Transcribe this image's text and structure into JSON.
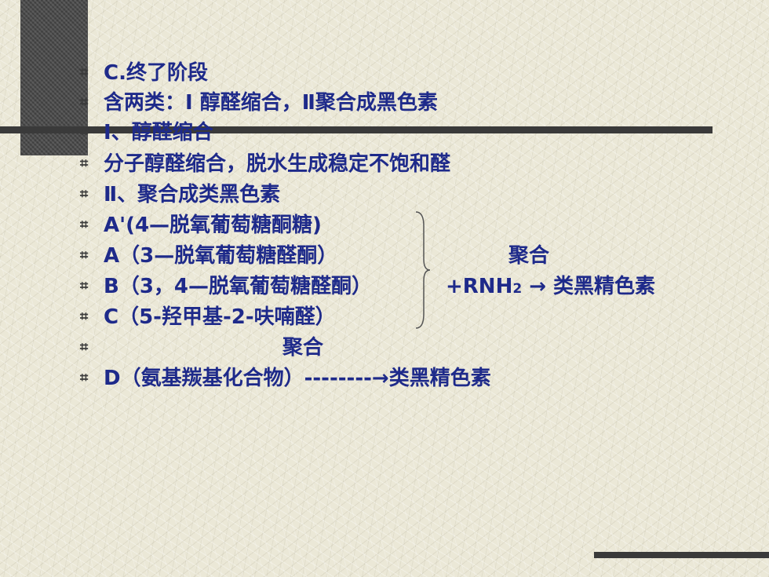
{
  "bullet_glyph": "⌗",
  "lines": [
    "C.终了阶段",
    "含两类：Ⅰ 醇醛缩合，Ⅱ聚合成黑色素",
    "Ⅰ、醇醛缩合",
    "分子醇醛缩合，脱水生成稳定不饱和醛",
    "Ⅱ、聚合成类黑色素",
    "A'(4—脱氧葡萄糖酮糖)",
    "A（3—脱氧葡萄糖醛酮）",
    "B（3，4—脱氧葡萄糖醛酮）",
    "C（5-羟甲基-2-呋喃醛）",
    "",
    "D（氨基羰基化合物）--------→类黑精色素"
  ],
  "juhe_right": "聚合",
  "reaction_prefix": "+RNH",
  "reaction_sub": "2",
  "reaction_suffix": " → 类黑精色素",
  "juhe_lower": "聚合",
  "colors": {
    "text": "#1e2a8a",
    "bullet": "#3a3a3a",
    "dark_bar": "#3a3a3a"
  }
}
